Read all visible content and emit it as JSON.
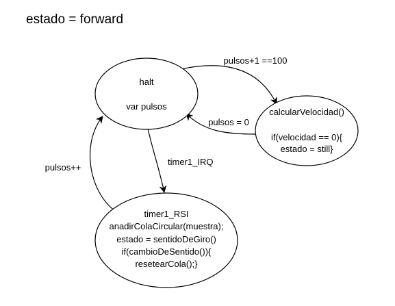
{
  "title": "estado = forward",
  "nodes": {
    "halt": {
      "line1": "halt",
      "line2": "var pulsos"
    },
    "calcular": {
      "line1": "calcularVelocidad()",
      "line2": "if(velocidad == 0){",
      "line3": "estado = still}"
    },
    "timer": {
      "line1": "timer1_RSI",
      "line2": "anadirColaCircular(muestra);",
      "line3": "estado = sentidoDeGiro()",
      "line4": "if(cambioDeSentido()){",
      "line5": "resetearCola();}"
    }
  },
  "edges": {
    "halt_to_calcular": "pulsos+1 ==100",
    "calcular_to_halt": "pulsos = 0",
    "halt_to_timer": "timer1_IRQ",
    "timer_to_halt": "pulsos++"
  }
}
